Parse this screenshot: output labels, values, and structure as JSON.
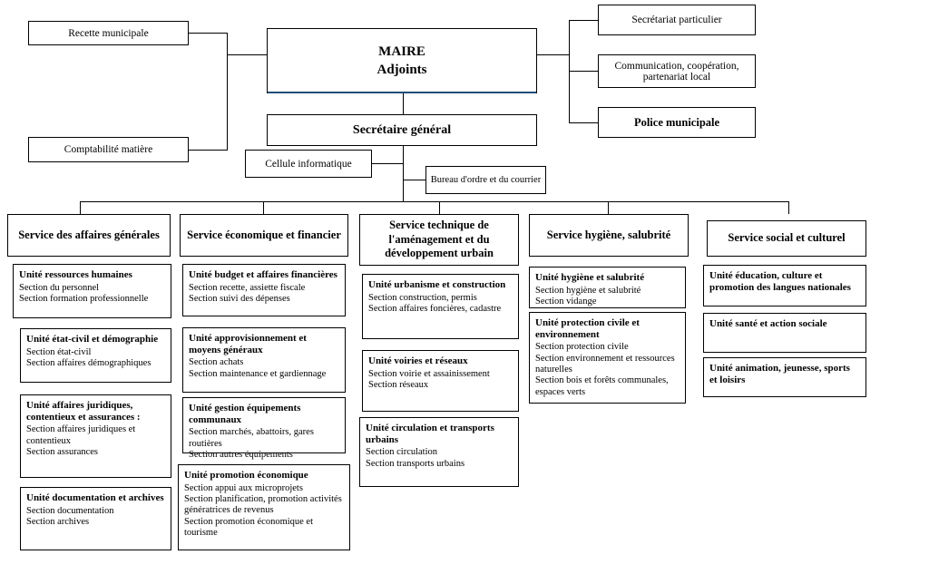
{
  "diagram": {
    "title": "Organigramme communal",
    "accent_color": "#1f4e79"
  },
  "top": {
    "recette": "Recette municipale",
    "comptabilite": "Comptabilité matière",
    "maire_line1": "MAIRE",
    "maire_line2": "Adjoints",
    "secretariat": "Secrétariat particulier",
    "communication": "Communication, coopération,\npartenariat local",
    "police": "Police municipale",
    "secretaire_general": "Secrétaire général",
    "cellule": "Cellule informatique",
    "bureau": "Bureau d'ordre et du courrier"
  },
  "services": [
    {
      "name": "Service des affaires générales",
      "units": [
        {
          "title": "Unité ressources humaines",
          "lines": [
            "Section du personnel",
            "Section formation professionnelle"
          ]
        },
        {
          "title": "Unité état-civil et démographie",
          "lines": [
            "Section état-civil",
            "Section affaires démographiques"
          ]
        },
        {
          "title": "Unité affaires juridiques, contentieux et assurances :",
          "lines": [
            "Section affaires juridiques et contentieux",
            "Section assurances"
          ]
        },
        {
          "title": "Unité documentation et archives",
          "lines": [
            "Section documentation",
            "Section archives"
          ]
        }
      ]
    },
    {
      "name": "Service économique et financier",
      "units": [
        {
          "title": "Unité budget et affaires financières",
          "lines": [
            "Section recette, assiette fiscale",
            "Section suivi des dépenses"
          ]
        },
        {
          "title": "Unité approvisionnement et moyens généraux",
          "lines": [
            "Section achats",
            "Section maintenance et gardiennage"
          ]
        },
        {
          "title": "Unité gestion équipements communaux",
          "lines": [
            "Section marchés, abattoirs, gares routières",
            "Section autres équipements"
          ]
        },
        {
          "title": "Unité promotion économique",
          "lines": [
            "Section appui aux microprojets",
            "Section planification, promotion activités génératrices de revenus",
            "Section promotion économique et tourisme"
          ]
        }
      ]
    },
    {
      "name": "Service technique de l'aménagement et du développement urbain",
      "units": [
        {
          "title": "Unité urbanisme et construction",
          "lines": [
            "Section construction, permis",
            "Section affaires foncières, cadastre"
          ]
        },
        {
          "title": "Unité voiries et réseaux",
          "lines": [
            "Section voirie et assainissement",
            "Section réseaux"
          ]
        },
        {
          "title": "Unité circulation et transports urbains",
          "lines": [
            "Section circulation",
            "Section transports urbains"
          ]
        }
      ]
    },
    {
      "name": "Service hygiène, salubrité",
      "units": [
        {
          "title": "Unité hygiène et salubrité",
          "lines": [
            "Section hygiène et salubrité",
            "Section vidange"
          ]
        },
        {
          "title": "Unité protection civile et environnement",
          "lines": [
            "Section protection civile",
            "Section environnement et ressources naturelles",
            "Section bois et forêts communales, espaces verts"
          ]
        }
      ]
    },
    {
      "name": "Service social et culturel",
      "units": [
        {
          "title": "Unité éducation, culture et promotion des langues nationales",
          "lines": []
        },
        {
          "title": "Unité santé et action sociale",
          "lines": []
        },
        {
          "title": "Unité animation, jeunesse, sports et loisirs",
          "lines": []
        }
      ]
    }
  ]
}
